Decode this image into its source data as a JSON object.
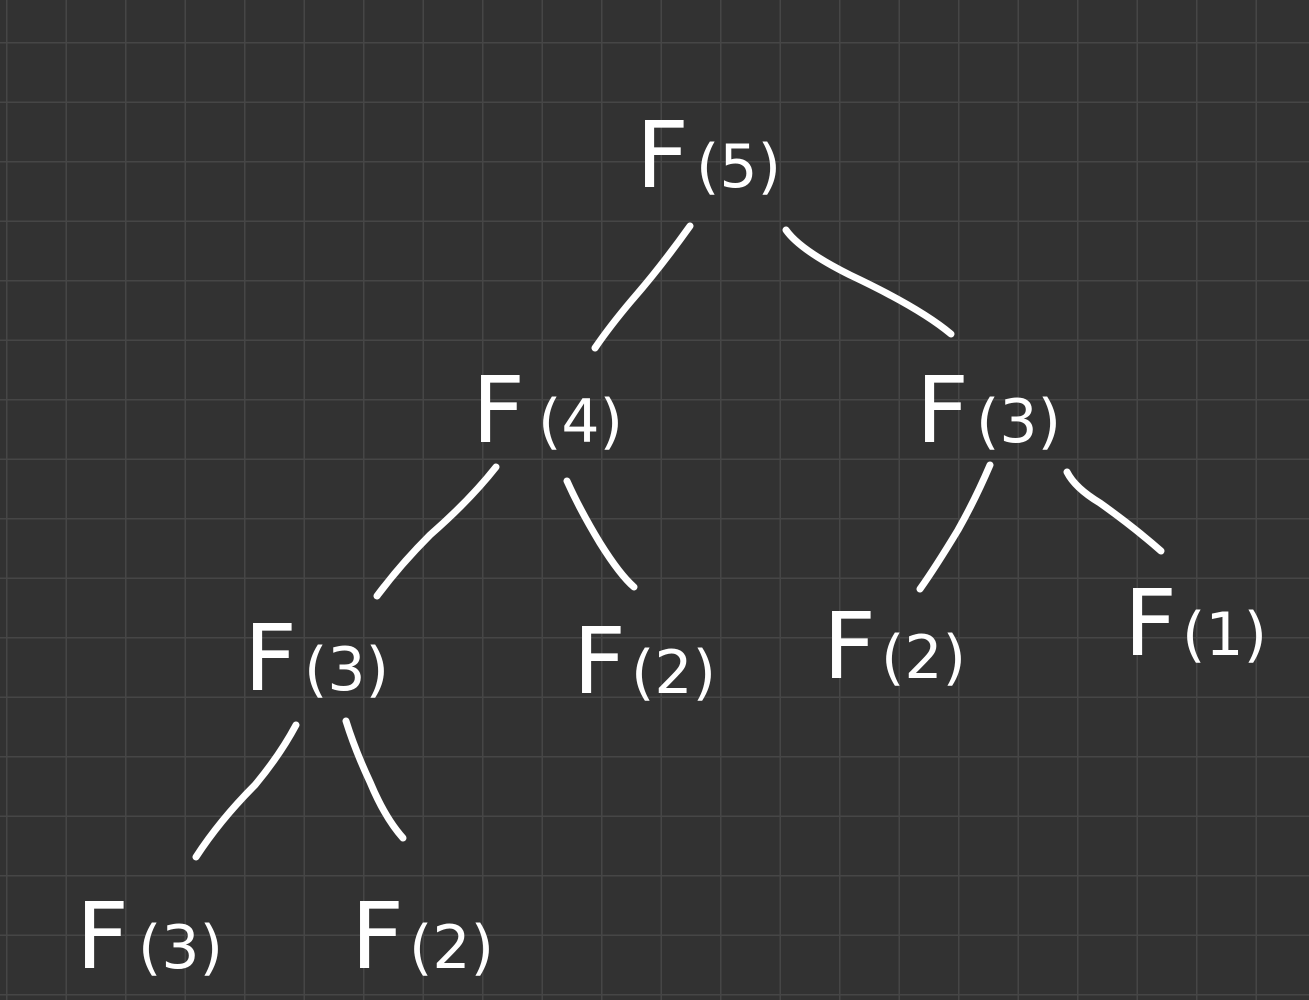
{
  "diagram": {
    "nodes": [
      {
        "id": "n1",
        "function": "F",
        "argument": "(5)"
      },
      {
        "id": "n2",
        "function": "F",
        "argument": "(4)"
      },
      {
        "id": "n3",
        "function": "F",
        "argument": "(3)"
      },
      {
        "id": "n4",
        "function": "F",
        "argument": "(3)"
      },
      {
        "id": "n5",
        "function": "F",
        "argument": "(2)"
      },
      {
        "id": "n6",
        "function": "F",
        "argument": "(2)"
      },
      {
        "id": "n7",
        "function": "F",
        "argument": "(1)"
      },
      {
        "id": "n8",
        "function": "F",
        "argument": "(3)"
      },
      {
        "id": "n9",
        "function": "F",
        "argument": "(2)"
      }
    ],
    "edges": [
      {
        "from": "n1",
        "to": "n2"
      },
      {
        "from": "n1",
        "to": "n3"
      },
      {
        "from": "n2",
        "to": "n4"
      },
      {
        "from": "n2",
        "to": "n5"
      },
      {
        "from": "n3",
        "to": "n6"
      },
      {
        "from": "n3",
        "to": "n7"
      },
      {
        "from": "n4",
        "to": "n8"
      },
      {
        "from": "n4",
        "to": "n9"
      }
    ],
    "colors": {
      "background": "#323232",
      "grid": "#464646",
      "ink": "#ffffff"
    }
  }
}
